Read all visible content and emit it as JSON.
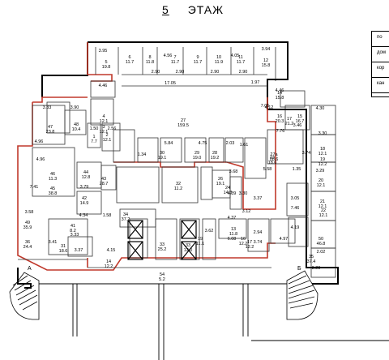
{
  "title": {
    "number": "5",
    "label": "ЭТАЖ"
  },
  "legend_rows": [
    "по",
    "дом",
    "кор",
    "кан"
  ],
  "entrances": [
    "А",
    "Б"
  ],
  "rooms": [
    {
      "no": "",
      "area": "3.95"
    },
    {
      "no": "5",
      "area": "19.8"
    },
    {
      "no": "6",
      "area": "11.7"
    },
    {
      "no": "8",
      "area": "11.8"
    },
    {
      "no": "",
      "area": "4.46"
    },
    {
      "no": "9",
      "area": "11.7"
    },
    {
      "no": "",
      "area": "4.56"
    },
    {
      "no": "7",
      "area": "11.7"
    },
    {
      "no": "10",
      "area": "11.9"
    },
    {
      "no": "",
      "area": "4.05"
    },
    {
      "no": "11",
      "area": "11.7"
    },
    {
      "no": "",
      "area": "3.94"
    },
    {
      "no": "12",
      "area": "15.8"
    },
    {
      "no": "",
      "area": "2.90"
    },
    {
      "no": "",
      "area": "2.90"
    },
    {
      "no": "",
      "area": "2.90"
    },
    {
      "no": "",
      "area": "2.90"
    },
    {
      "no": "",
      "area": "17.05"
    },
    {
      "no": "",
      "area": "1.97"
    },
    {
      "no": "",
      "area": "4.46"
    },
    {
      "no": "14",
      "area": "15.8"
    },
    {
      "no": "4",
      "area": "12.1"
    },
    {
      "no": "",
      "area": "7.05"
    },
    {
      "no": "",
      "area": "3.33"
    },
    {
      "no": "",
      "area": "3.90"
    },
    {
      "no": "",
      "area": "4.12"
    },
    {
      "no": "15",
      "area": "16.7"
    },
    {
      "no": "",
      "area": "3.46"
    },
    {
      "no": "",
      "area": "4.30"
    },
    {
      "no": "3",
      "area": "12.1"
    },
    {
      "no": "16",
      "area": "20.3"
    },
    {
      "no": "17",
      "area": "21.2"
    },
    {
      "no": "27",
      "area": "159.5"
    },
    {
      "no": "48",
      "area": "10.4"
    },
    {
      "no": "2",
      "area": "12.1"
    },
    {
      "no": "47",
      "area": "23.8"
    },
    {
      "no": "",
      "area": "1.50"
    },
    {
      "no": "",
      "area": "2.56"
    },
    {
      "no": "1",
      "area": "7.7"
    },
    {
      "no": "",
      "area": "7.76"
    },
    {
      "no": "",
      "area": "3.30"
    },
    {
      "no": "18",
      "area": "12.1"
    },
    {
      "no": "",
      "area": "5.84"
    },
    {
      "no": "",
      "area": "4.75"
    },
    {
      "no": "",
      "area": "2.03"
    },
    {
      "no": "",
      "area": "1.61"
    },
    {
      "no": "",
      "area": "4.96"
    },
    {
      "no": "",
      "area": "3.74"
    },
    {
      "no": "30",
      "area": "19.1"
    },
    {
      "no": "29",
      "area": "19.0"
    },
    {
      "no": "28",
      "area": "19.2"
    },
    {
      "no": "",
      "area": "1.34"
    },
    {
      "no": "27a",
      "area": "28.6"
    },
    {
      "no": "23",
      "area": "18.6"
    },
    {
      "no": "19",
      "area": "12.2"
    },
    {
      "no": "",
      "area": "4.96"
    },
    {
      "no": "",
      "area": "5.58"
    },
    {
      "no": "",
      "area": "1.35"
    },
    {
      "no": "",
      "area": "3.29"
    },
    {
      "no": "46",
      "area": "11.3"
    },
    {
      "no": "44",
      "area": "12.8"
    },
    {
      "no": "43",
      "area": "28.7"
    },
    {
      "no": "",
      "area": "3.68"
    },
    {
      "no": "20",
      "area": "12.1"
    },
    {
      "no": "",
      "area": "3.79"
    },
    {
      "no": "26",
      "area": "19.1"
    },
    {
      "no": "24",
      "area": "14.8"
    },
    {
      "no": "32",
      "area": "11.2"
    },
    {
      "no": "",
      "area": "3.30"
    },
    {
      "no": "",
      "area": "4.39"
    },
    {
      "no": "",
      "area": "3.37"
    },
    {
      "no": "21",
      "area": "12.1"
    },
    {
      "no": "",
      "area": "7.41"
    },
    {
      "no": "45",
      "area": "38.8"
    },
    {
      "no": "42",
      "area": "14.9"
    },
    {
      "no": "",
      "area": "4.34"
    },
    {
      "no": "",
      "area": "1.58"
    },
    {
      "no": "",
      "area": "3.12"
    },
    {
      "no": "22",
      "area": "12.1"
    },
    {
      "no": "34",
      "area": "37.2"
    },
    {
      "no": "",
      "area": "4.37"
    },
    {
      "no": "",
      "area": "3.05"
    },
    {
      "no": "41",
      "area": "8.2"
    },
    {
      "no": "",
      "area": "3.58"
    },
    {
      "no": "",
      "area": "7.46"
    },
    {
      "no": "49",
      "area": "35.9"
    },
    {
      "no": "",
      "area": "3.41"
    },
    {
      "no": "",
      "area": "3.33"
    },
    {
      "no": "",
      "area": "3.62"
    },
    {
      "no": "13",
      "area": "11.8"
    },
    {
      "no": "",
      "area": "2.94"
    },
    {
      "no": "",
      "area": "4.19"
    },
    {
      "no": "",
      "area": "6.08"
    },
    {
      "no": "31",
      "area": "18.6"
    },
    {
      "no": "19",
      "area": "11.1"
    },
    {
      "no": "17",
      "area": "12.2"
    },
    {
      "no": "",
      "area": "4.97"
    },
    {
      "no": "50",
      "area": "46.8"
    },
    {
      "no": "36",
      "area": "24.4"
    },
    {
      "no": "",
      "area": "3.37"
    },
    {
      "no": "33",
      "area": "25.2"
    },
    {
      "no": "",
      "area": "4.15"
    },
    {
      "no": "33",
      "area": "12.0"
    },
    {
      "no": "16",
      "area": "12.2"
    },
    {
      "no": "",
      "area": "3.74"
    },
    {
      "no": "",
      "area": "2.02"
    },
    {
      "no": "35",
      "area": "37.4"
    },
    {
      "no": "14",
      "area": "12.2"
    },
    {
      "no": "54",
      "area": "5.2"
    },
    {
      "no": "",
      "area": "3.28"
    }
  ]
}
